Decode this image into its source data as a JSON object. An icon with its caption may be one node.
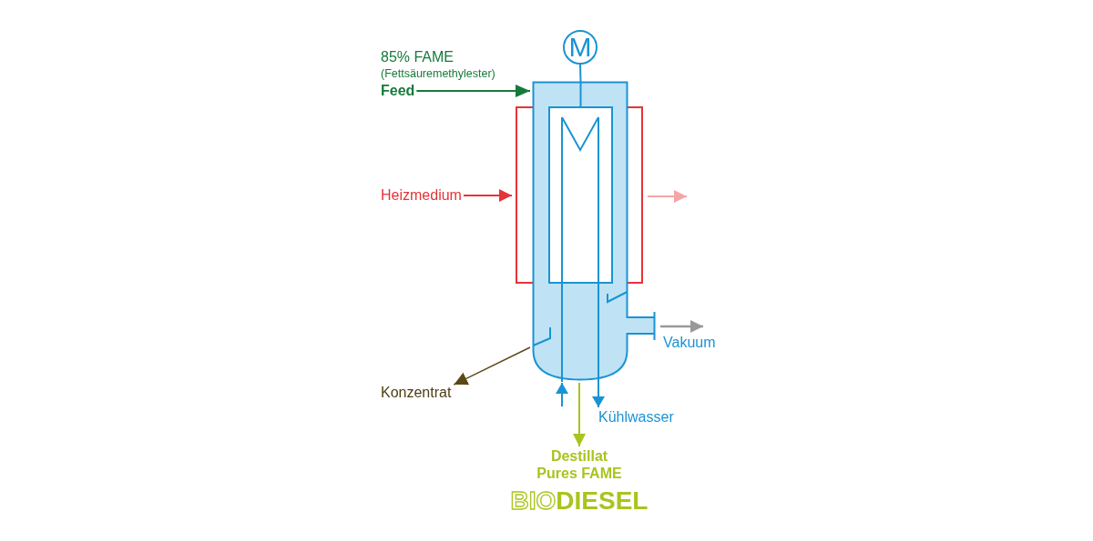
{
  "diagram": {
    "nodes": [
      {
        "text": [
          "Feed"
        ],
        "beside": [
          "85% FAME",
          "(Fettsäuremethylester)"
        ]
      },
      {
        "text": [
          "M"
        ]
      },
      {
        "text": [],
        "shape": "cylinder"
      },
      {
        "text": [],
        "shape": "box"
      },
      {
        "text": [],
        "shape": "box"
      },
      {
        "text": [
          "Heizmedium"
        ]
      },
      {
        "text": [
          "Konzentrat"
        ]
      },
      {
        "text": [
          "Kühlwasser"
        ]
      },
      {
        "text": [
          "Destillat",
          "Pures FAME",
          "BIODIESEL"
        ]
      }
    ],
    "edges": [
      {
        "from": 0,
        "to": 2,
        "arrow": "to",
        "color": "#167a3c"
      },
      {
        "from": 1,
        "to": 3,
        "arrow": "none"
      },
      {
        "from": 5,
        "to": 4,
        "arrow": "to",
        "color": "#e63338"
      },
      {
        "from": 4,
        "to": null,
        "arrow": "to",
        "color": "#f5a5a8"
      },
      {
        "from": 2,
        "to": null,
        "arrow": "to",
        "label": "Vakuum",
        "color": "#999999"
      },
      {
        "from": 2,
        "to": 6,
        "arrow": "to",
        "color": "#5a4816"
      },
      {
        "from": null,
        "to": 3,
        "arrow": "to"
      },
      {
        "from": 3,
        "to": 7,
        "arrow": "to"
      },
      {
        "from": 2,
        "to": 8,
        "arrow": "to",
        "color": "#a8c41e"
      }
    ]
  }
}
